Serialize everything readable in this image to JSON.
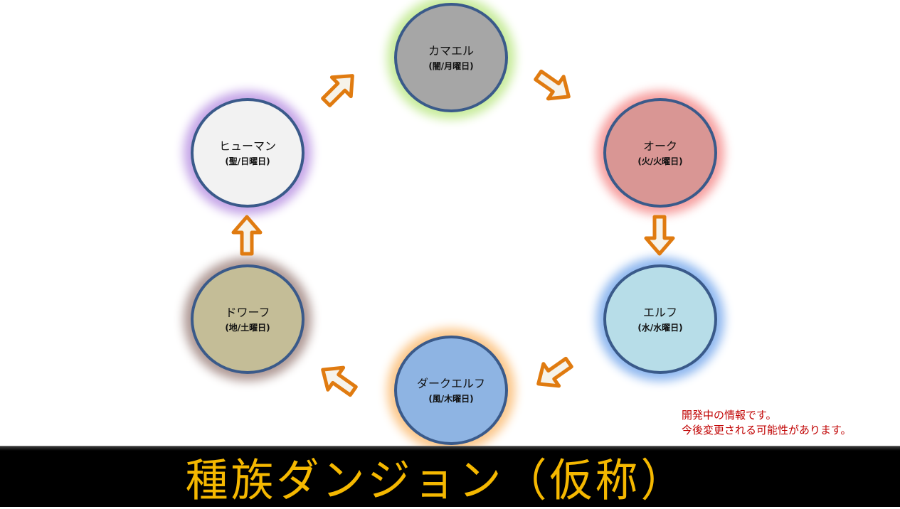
{
  "races": [
    {
      "name": "カマエル",
      "attribute": "(闇/月曜日)",
      "fill": "#a6a6a6",
      "glow": "#c8ec9c"
    },
    {
      "name": "オーク",
      "attribute": "(火/火曜日)",
      "fill": "#d99694",
      "glow": "#f7a0a0"
    },
    {
      "name": "エルフ",
      "attribute": "(水/水曜日)",
      "fill": "#b7dde8",
      "glow": "#8fb8f0"
    },
    {
      "name": "ダークエルフ",
      "attribute": "(風/木曜日)",
      "fill": "#8eb4e3",
      "glow": "#fcc88c"
    },
    {
      "name": "ドワーフ",
      "attribute": "(地/土曜日)",
      "fill": "#c4bd97",
      "glow": "#b09a96"
    },
    {
      "name": "ヒューマン",
      "attribute": "(聖/日曜日)",
      "fill": "#f2f2f2",
      "glow": "#c6a6e8"
    }
  ],
  "notice": {
    "line1": "開発中の情報です。",
    "line2": "今後変更される可能性があります。"
  },
  "banner_title": "種族ダンジョン（仮称）",
  "colors": {
    "arrow_fill": "#f6f3ea",
    "arrow_stroke": "#e07b10",
    "title": "#f5b800",
    "notice": "#c00000"
  }
}
